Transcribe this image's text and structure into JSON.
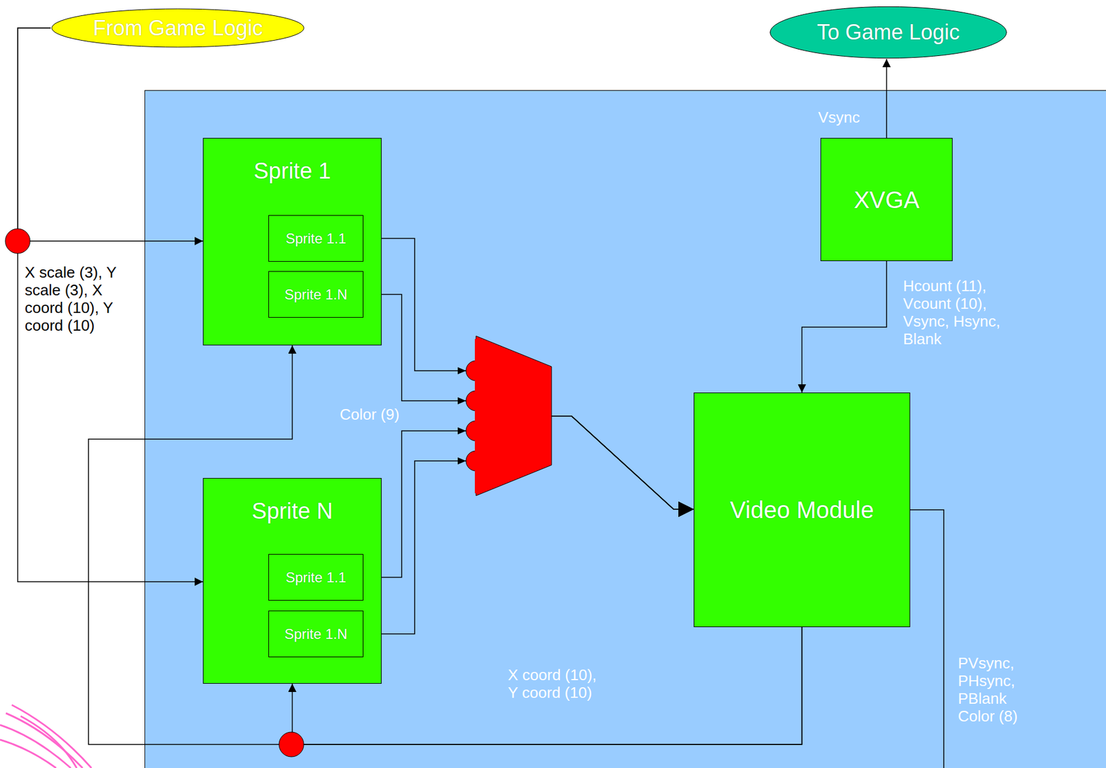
{
  "diagram": {
    "nodes": [
      {
        "text": [
          "From Game Logic"
        ]
      },
      {
        "text": [
          "To Game Logic"
        ]
      },
      {
        "text": [
          "Sprite 1"
        ]
      },
      {
        "text": [
          "Sprite 1.1"
        ],
        "in": 2
      },
      {
        "text": [
          "Sprite 1.N"
        ],
        "in": 2
      },
      {
        "text": [
          "Sprite N"
        ]
      },
      {
        "text": [
          "Sprite 1.1"
        ],
        "in": 5
      },
      {
        "text": [
          "Sprite 1.N"
        ],
        "in": 5
      },
      {
        "text": [
          "XVGA"
        ]
      },
      {
        "text": [
          "Video Module"
        ]
      }
    ],
    "edges": [
      {
        "from": 0,
        "to": 2,
        "arrow": "to",
        "label": "X scale (3), Y scale (3), X coord (10), Y coord (10)"
      },
      {
        "from": 0,
        "to": 5,
        "arrow": "to"
      },
      {
        "from": 8,
        "to": 1,
        "arrow": "to",
        "label": "Vsync"
      },
      {
        "from": 8,
        "to": 9,
        "arrow": "to",
        "label": "Hcount (11), Vcount (10), Vsync, Hsync, Blank"
      },
      {
        "from": 3,
        "to": 9,
        "arrow": "to"
      },
      {
        "from": 4,
        "to": 9,
        "arrow": "to"
      },
      {
        "from": 6,
        "to": 9,
        "arrow": "to"
      },
      {
        "from": 7,
        "to": 9,
        "arrow": "to"
      },
      {
        "from": 9,
        "to": 2,
        "arrow": "to",
        "label": "X coord (10), Y coord (10)"
      },
      {
        "from": 9,
        "to": 5,
        "arrow": "to"
      }
    ],
    "labels": [
      "Color (9)",
      "PVsync, PHsync, PBlank Color (8)"
    ]
  }
}
